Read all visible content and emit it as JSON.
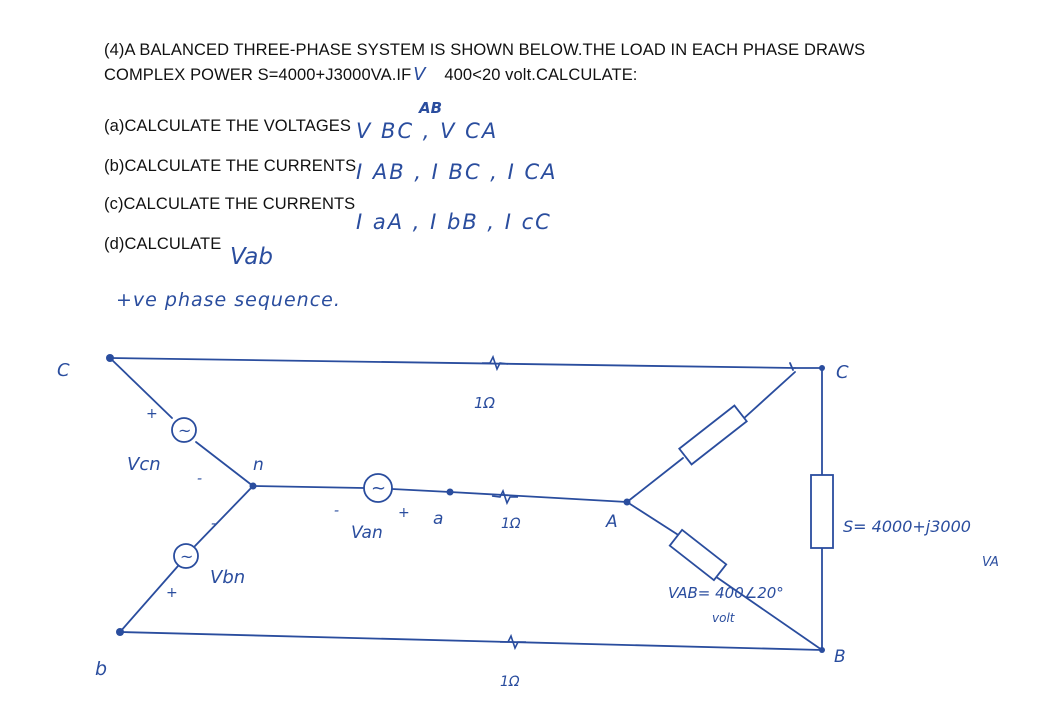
{
  "problem": {
    "line1": "(4)A BALANCED THREE-PHASE SYSTEM IS SHOWN BELOW.THE LOAD IN EACH PHASE DRAWS",
    "line2_part1": "COMPLEX POWER S=4000+J3000VA.IF",
    "line2_v": "V",
    "line2_part2": "400<20 volt.CALCULATE:",
    "ab_sub": "AB",
    "part_a": "(a)CALCULATE THE VOLTAGES",
    "part_b": "(b)CALCULATE THE CURRENTS",
    "part_c": "(c)CALCULATE THE CURRENTS",
    "part_d": "(d)CALCULATE"
  },
  "handwriting": {
    "a_answer": "V BC , V CA",
    "b_answer": "I AB , I BC , I CA",
    "c_answer": "I aA , I bB , I cC",
    "d_answer": "Vab",
    "sequence_note": "+ve phase sequence."
  },
  "circuit": {
    "node_c": "C",
    "node_c_right": "C",
    "node_b": "b",
    "node_b_right": "B",
    "node_n": "n",
    "node_a": "a",
    "node_A": "A",
    "label_vcn": "Vcn",
    "label_vbn": "Vbn",
    "label_van": "Van",
    "plus_cn": "+",
    "minus_cn": "-",
    "minus_bn": "-",
    "plus_bn": "+",
    "minus_an": "-",
    "plus_an": "+",
    "res_top": "1Ω",
    "res_mid": "1Ω",
    "res_bot": "1Ω",
    "load_power": "S= 4000+j3000",
    "load_power_unit": "VA",
    "vab_note": "VAB= 400∠20°",
    "vab_unit": "volt",
    "source_symbol": "~"
  }
}
